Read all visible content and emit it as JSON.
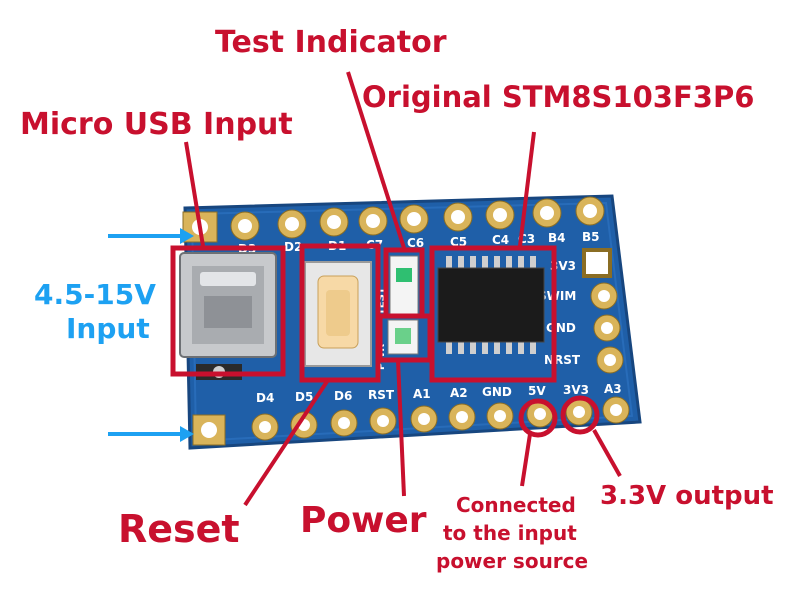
{
  "labels": {
    "test_indicator": "Test Indicator",
    "chip": "Original STM8S103F3P6",
    "usb": "Micro USB Input",
    "voltage_line1": "4.5-15V",
    "voltage_line2": "Input",
    "reset": "Reset",
    "power": "Power",
    "connected_line1": "Connected",
    "connected_line2": "to the input",
    "connected_line3": "power source",
    "output_33": "3.3V output"
  },
  "silkscreen": {
    "top_row": [
      "D3",
      "D2",
      "D1",
      "C7",
      "C6",
      "C5",
      "C4",
      "C3",
      "B4",
      "B5"
    ],
    "right_col": [
      "3V3",
      "SWIM",
      "GND",
      "NRST"
    ],
    "bottom_row": [
      "D4",
      "D5",
      "D6",
      "RST",
      "A1",
      "A2",
      "GND",
      "5V",
      "3V3",
      "A3"
    ],
    "led_test": "TEST",
    "led_power": "PWR"
  },
  "colors": {
    "annotation_red": "#c8102e",
    "arrow_blue": "#1da1f2",
    "pcb_blue": "#1f5fa8",
    "gold": "#d9b45a"
  }
}
